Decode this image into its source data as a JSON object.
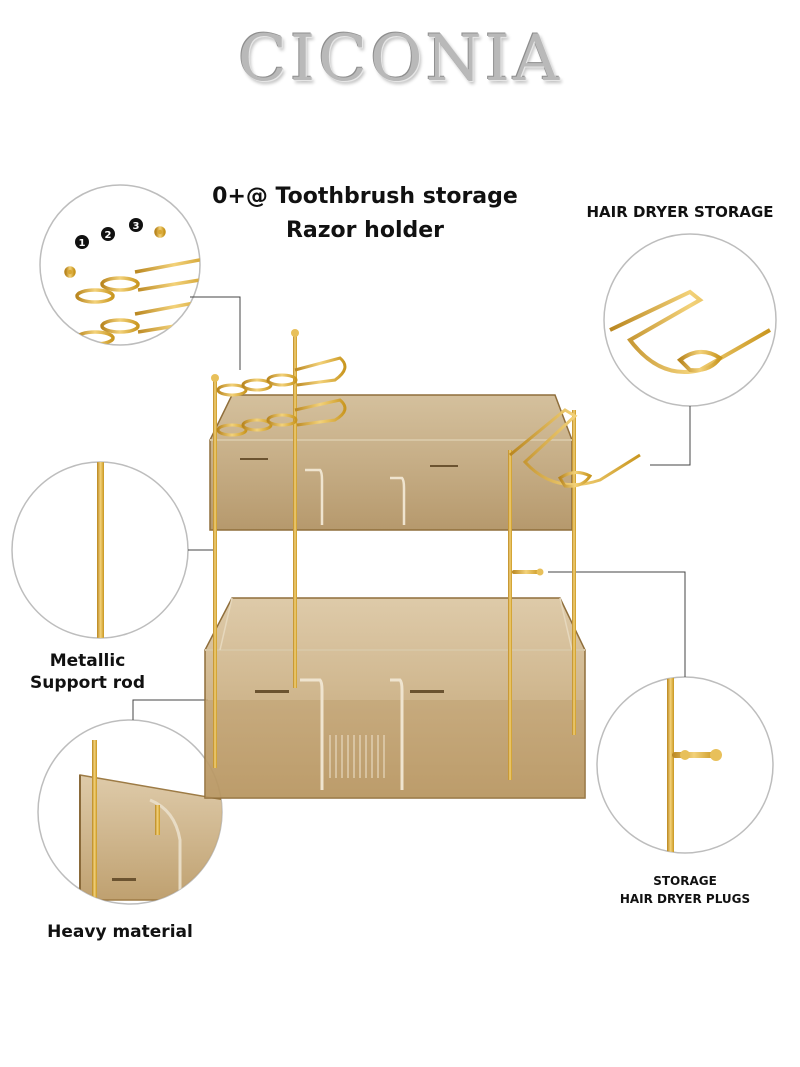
{
  "brand": "CICONIA",
  "callouts": {
    "toothbrush": {
      "line1": "0+@ Toothbrush storage",
      "line2": "Razor holder",
      "markers": [
        "1",
        "2",
        "3"
      ]
    },
    "hair_dryer": {
      "label": "HAIR DRYER STORAGE"
    },
    "support_rod": {
      "line1": "Metallic",
      "line2": "Support rod"
    },
    "material": {
      "label": "Heavy material"
    },
    "plugs": {
      "line1": "STORAGE",
      "line2": "HAIR DRYER PLUGS"
    }
  },
  "colors": {
    "gold": "#d9a733",
    "gold_light": "#f3d27a",
    "amber_tray": "#c9a66b",
    "circle_border": "#bdbdbd"
  }
}
